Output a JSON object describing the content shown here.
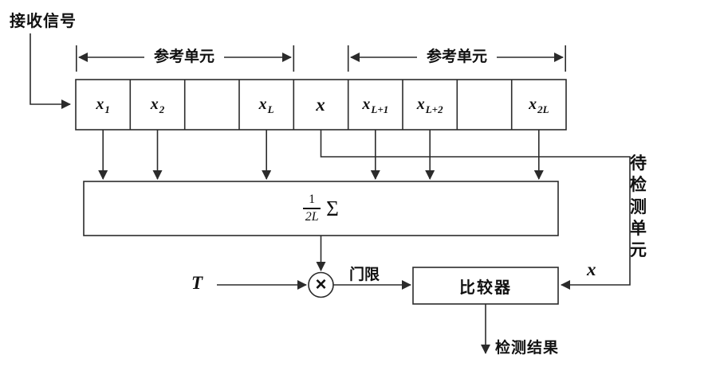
{
  "diagram": {
    "input_label": "接收信号",
    "reference_left_label": "参考单元",
    "reference_right_label": "参考单元",
    "cells": [
      {
        "main": "x",
        "sub": "1"
      },
      {
        "main": "x",
        "sub": "2"
      },
      {
        "main": "",
        "sub": ""
      },
      {
        "main": "x",
        "sub": "L"
      },
      {
        "main": "x",
        "sub": ""
      },
      {
        "main": "x",
        "sub": "L+1"
      },
      {
        "main": "x",
        "sub": "L+2"
      },
      {
        "main": "",
        "sub": ""
      },
      {
        "main": "x",
        "sub": "2L"
      }
    ],
    "sum_box": {
      "numerator": "1",
      "denominator": "2L",
      "sigma": "Σ"
    },
    "multiplier_label": "×",
    "t_label": "T",
    "threshold_label": "门限",
    "comparator_label": "比较器",
    "cut_vertical_label": "待检测单元",
    "cut_x_label": "x",
    "result_label": "检测结果"
  },
  "colors": {
    "line": "#2b2b2b",
    "text": "#111111",
    "background": "#ffffff"
  }
}
